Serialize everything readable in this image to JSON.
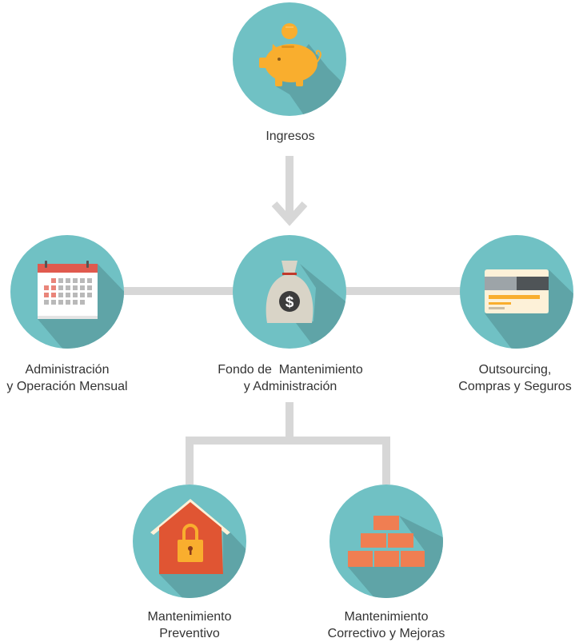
{
  "colors": {
    "circle": "#70c1c4",
    "circle_shadow": "#5fa4a7",
    "connector": "#d7d7d7",
    "text": "#333333",
    "gold": "#f9ae2e",
    "gold_light": "#fbc057",
    "sack": "#d9d4c7",
    "red": "#e05533",
    "brick": "#f07e52"
  },
  "nodes": {
    "ingresos": {
      "lines": [
        "Ingresos"
      ],
      "icon": "piggy-bank-icon"
    },
    "fondo": {
      "lines": [
        "Fondo de  Mantenimiento",
        "y Administración"
      ],
      "icon": "money-bag-icon"
    },
    "administracion": {
      "lines": [
        "Administración",
        "y Operación Mensual"
      ],
      "icon": "calendar-icon"
    },
    "outsourcing": {
      "lines": [
        "Outsourcing,",
        "Compras y Seguros"
      ],
      "icon": "credit-card-icon"
    },
    "preventivo": {
      "lines": [
        "Mantenimiento",
        "Preventivo"
      ],
      "icon": "house-lock-icon"
    },
    "correctivo": {
      "lines": [
        "Mantenimiento",
        "Correctivo y Mejoras"
      ],
      "icon": "bricks-icon"
    }
  },
  "money_symbol": "$"
}
